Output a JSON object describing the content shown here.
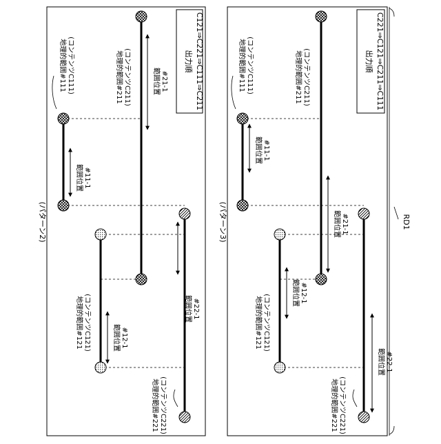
{
  "figure_ref": "RD1",
  "panels": [
    {
      "pattern_label": "(パターン2)",
      "output_order_title": "出力順",
      "output_order": "C121⇒C221⇒C111⇒C211",
      "ranges": [
        {
          "label_area": "地理的範囲#111",
          "label_content": "(コンテンツC111)",
          "pos_label": "範囲位置",
          "pos_id": "#11-1"
        },
        {
          "label_area": "地理的範囲#211",
          "label_content": "(コンテンツC211)",
          "pos_label": "範囲位置",
          "pos_id": "#21-1"
        },
        {
          "label_area": "地理的範囲#121",
          "label_content": "(コンテンツC121)",
          "pos_label": "範囲位置",
          "pos_id": "#12-1"
        },
        {
          "label_area": "地理的範囲#221",
          "label_content": "(コンテンツC221)",
          "pos_label": "範囲位置",
          "pos_id": "#22-1"
        }
      ]
    },
    {
      "pattern_label": "(パターン3)",
      "output_order_title": "出力順",
      "output_order": "C221⇒C121⇒C211⇒C111",
      "ranges": [
        {
          "label_area": "地理的範囲#111",
          "label_content": "(コンテンツC111)",
          "pos_label": "範囲位置",
          "pos_id": "#11-1"
        },
        {
          "label_area": "地理的範囲#211",
          "label_content": "(コンテンツC211)",
          "pos_label": "範囲位置",
          "pos_id": "#21-1"
        },
        {
          "label_area": "地理的範囲#121",
          "label_content": "(コンテンツC121)",
          "pos_label": "範囲位置",
          "pos_id": "#12-1"
        },
        {
          "label_area": "地理的範囲#221",
          "label_content": "(コンテンツC221)",
          "pos_label": "範囲位置",
          "pos_id": "#22-1"
        }
      ]
    }
  ]
}
